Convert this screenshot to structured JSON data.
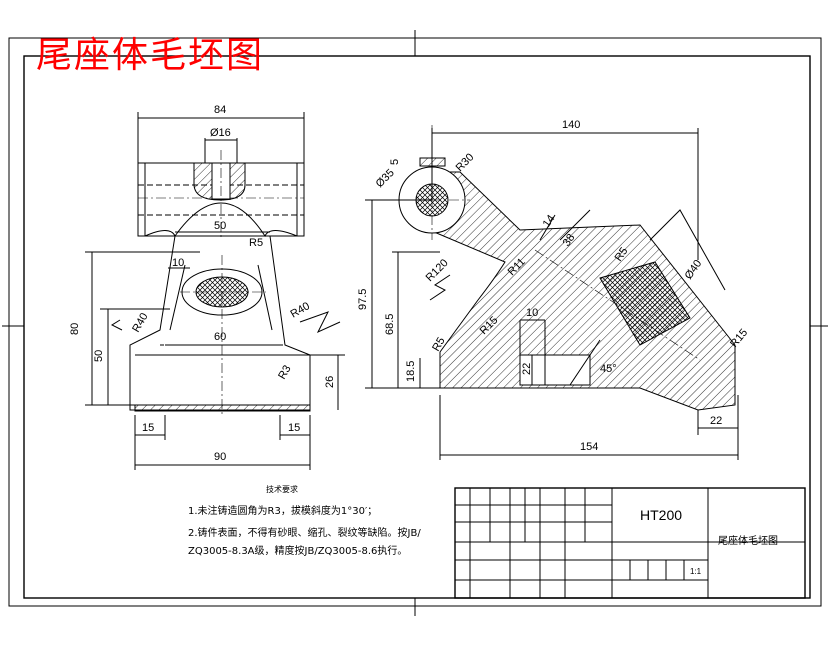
{
  "title": "尾座体毛坯图",
  "front_view": {
    "dims": {
      "top_width": "84",
      "hole_dia": "Ø16",
      "neck_width": "50",
      "fillet_r5": "R5",
      "offset_10": "10",
      "bore_width": "60",
      "height_80": "80",
      "height_50": "50",
      "r40_left": "R40",
      "r40_right": "R40",
      "r3": "R3",
      "base_h": "26",
      "foot_left": "15",
      "foot_right": "15",
      "base_width": "90"
    }
  },
  "side_view": {
    "dims": {
      "length_140": "140",
      "d5": "5",
      "r30": "R30",
      "dia35": "Ø35",
      "d14": "14",
      "d38": "38",
      "r5a": "R5",
      "r120": "R120",
      "r11": "R11",
      "dia40": "Ø40",
      "h97_5": "97.5",
      "h68_5": "68.5",
      "r15a": "R15",
      "d10": "10",
      "r5b": "R5",
      "h22": "22",
      "angle45": "45°",
      "r15b": "R15",
      "h18_5": "18.5",
      "d22": "22",
      "length_154": "154"
    }
  },
  "notes": {
    "heading": "技术要求",
    "line1": "1.未注铸造圆角为R3，拔模斜度为1°30′；",
    "line2": "2.铸件表面，不得有砂眼、缩孔、裂纹等缺陷。按JB/",
    "line3": "ZQ3005-8.3A级，精度按JB/ZQ3005-8.6执行。"
  },
  "title_block": {
    "material": "HT200",
    "drawing_name": "尾座体毛坯图",
    "scale": "1:1"
  }
}
